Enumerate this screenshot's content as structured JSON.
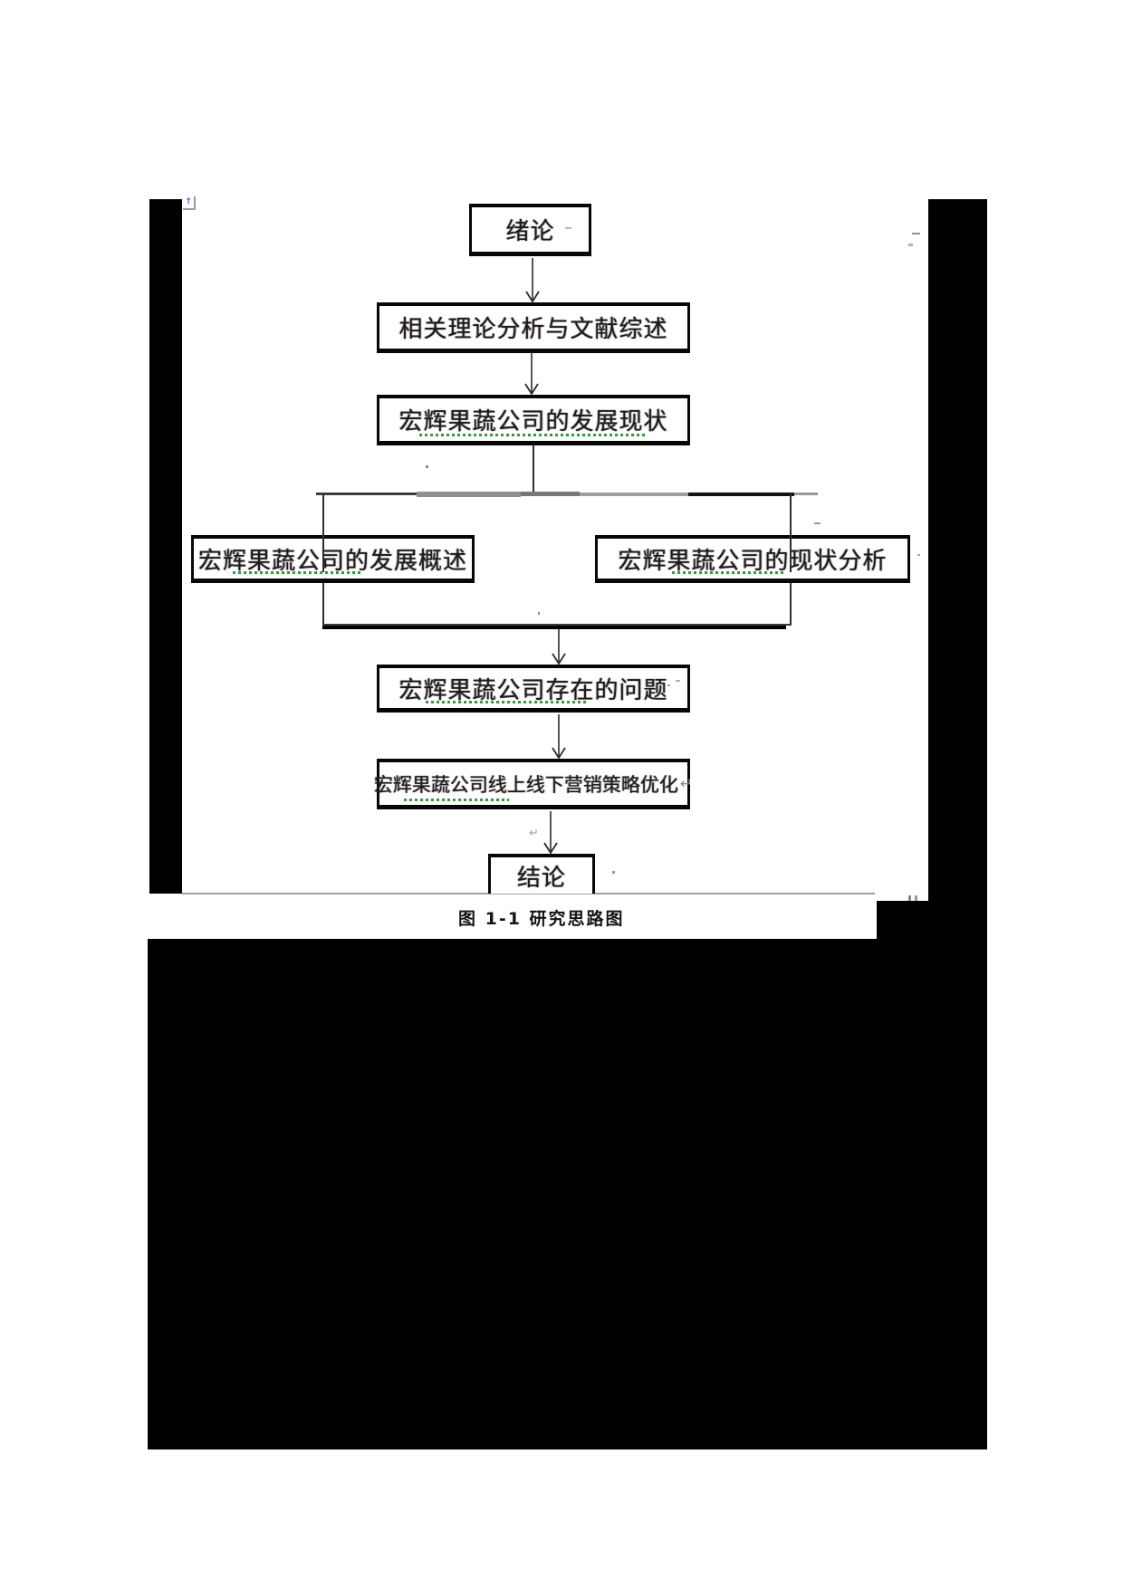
{
  "figure": {
    "caption": "图 1-1 研究思路图",
    "anchor_icon_glyph": "↑",
    "return_mark": "↵",
    "flowchart": {
      "nodes": [
        {
          "id": "intro",
          "label": "绪论"
        },
        {
          "id": "theory",
          "label": "相关理论分析与文献综述"
        },
        {
          "id": "status",
          "label": "宏辉果蔬公司的发展现状"
        },
        {
          "id": "overview",
          "label": "宏辉果蔬公司的发展概述"
        },
        {
          "id": "analysis",
          "label": "宏辉果蔬公司的现状分析"
        },
        {
          "id": "problems",
          "label": "宏辉果蔬公司存在的问题"
        },
        {
          "id": "strategy",
          "label": "宏辉果蔬公司线上线下营销策略优化"
        },
        {
          "id": "conclusion",
          "label": "结论"
        }
      ],
      "edges": [
        {
          "from": "intro",
          "to": "theory"
        },
        {
          "from": "theory",
          "to": "status"
        },
        {
          "from": "status",
          "to": "overview"
        },
        {
          "from": "status",
          "to": "analysis"
        },
        {
          "from": "overview",
          "to": "problems"
        },
        {
          "from": "analysis",
          "to": "problems"
        },
        {
          "from": "problems",
          "to": "strategy"
        },
        {
          "from": "strategy",
          "to": "conclusion"
        }
      ]
    },
    "colors": {
      "scan_black": "#000000",
      "squiggle_green": "#2f9e34",
      "faded_line_gray": "#8f8f8f"
    }
  }
}
